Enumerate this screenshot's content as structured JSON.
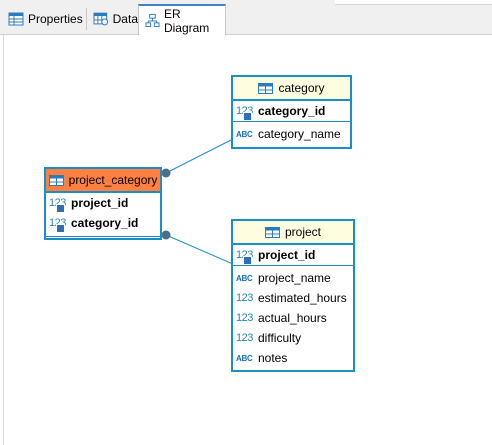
{
  "tabs": [
    {
      "label": "Properties",
      "icon": "properties-icon",
      "active": false
    },
    {
      "label": "Data",
      "icon": "data-grid-icon",
      "active": false
    },
    {
      "label": "ER Diagram",
      "icon": "er-diagram-icon",
      "active": true
    }
  ],
  "entities": {
    "category": {
      "name": "category",
      "pk": [
        {
          "name": "category_id",
          "type": "number"
        }
      ],
      "columns": [
        {
          "name": "category_name",
          "type": "string"
        }
      ]
    },
    "project_category": {
      "name": "project_category",
      "pk": [
        {
          "name": "project_id",
          "type": "number"
        },
        {
          "name": "category_id",
          "type": "number"
        }
      ],
      "columns": []
    },
    "project": {
      "name": "project",
      "pk": [
        {
          "name": "project_id",
          "type": "number"
        }
      ],
      "columns": [
        {
          "name": "project_name",
          "type": "string"
        },
        {
          "name": "estimated_hours",
          "type": "number"
        },
        {
          "name": "actual_hours",
          "type": "number"
        },
        {
          "name": "difficulty",
          "type": "number"
        },
        {
          "name": "notes",
          "type": "string"
        }
      ]
    }
  },
  "type_labels": {
    "number": "123",
    "string": "ABC"
  },
  "colors": {
    "entity_border": "#1a8fc5",
    "header_bg": "#fffde0",
    "selected_header_bg": "#ff8040",
    "connector": "#1a8fc5",
    "endpoint": "#4a6e87",
    "tab_active_accent": "#3c83c7"
  }
}
